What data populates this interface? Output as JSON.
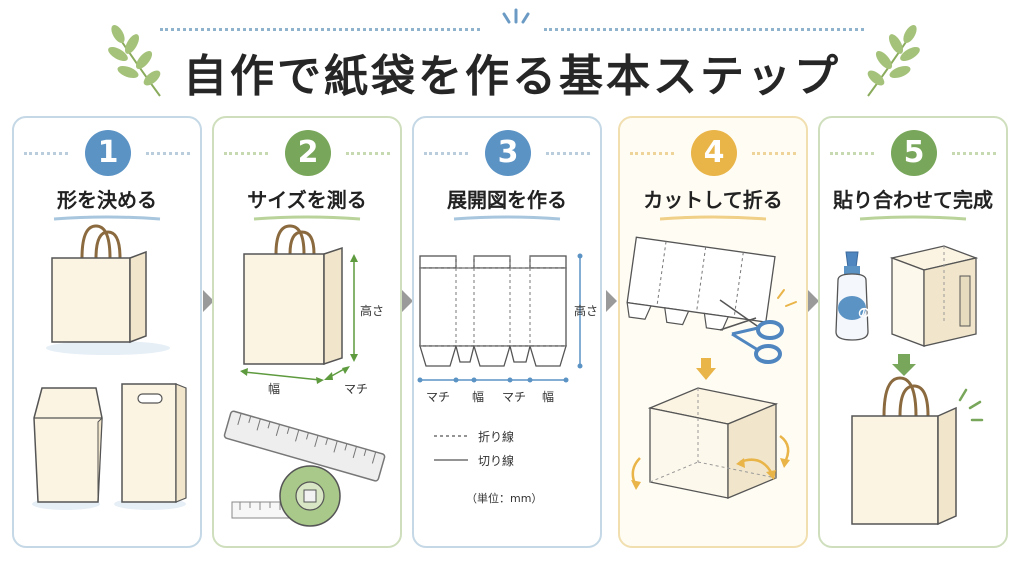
{
  "title": "自作で紙袋を作る基本ステップ",
  "colors": {
    "blue": "#5b93c5",
    "green": "#78a65a",
    "yellow": "#e9b448",
    "paper": "#fbf4e3",
    "outline": "#555555"
  },
  "steps": [
    {
      "number": "1",
      "title": "形を決める",
      "color": "#5b93c5"
    },
    {
      "number": "2",
      "title": "サイズを測る",
      "color": "#78a65a",
      "labels": {
        "height": "高さ",
        "width": "幅",
        "gusset": "マチ"
      }
    },
    {
      "number": "3",
      "title": "展開図を作る",
      "color": "#5b93c5",
      "labels": {
        "height": "高さ",
        "bottom": [
          "マチ",
          "幅",
          "マチ",
          "幅"
        ],
        "fold_line": "折り線",
        "cut_line": "切り線",
        "unit": "（単位：mm）"
      }
    },
    {
      "number": "4",
      "title": "カットして折る",
      "color": "#e9b448"
    },
    {
      "number": "5",
      "title": "貼り合わせて完成",
      "color": "#78a65a",
      "glue_label": "のり"
    }
  ]
}
